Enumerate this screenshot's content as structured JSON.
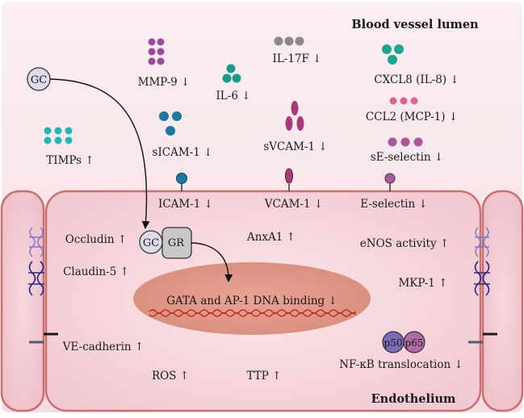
{
  "titles": {
    "lumen": "Blood vessel lumen",
    "endothelium": "Endothelium"
  },
  "lumen_labels": {
    "mmp9": "MMP-9 ↓",
    "il17f": "IL-17F ↓",
    "cxcl8": "CXCL8 (IL-8) ↓",
    "il6": "IL-6 ↓",
    "ccl2": "CCL2 (MCP-1) ↓",
    "timps": "TIMPs ↑",
    "sicam1": "sICAM-1 ↓",
    "svcam1": "sVCAM-1 ↓",
    "seselectin": "sE-selectin ↓"
  },
  "membrane_labels": {
    "icam1": "ICAM-1 ↓",
    "vcam1": "VCAM-1 ↓",
    "eselectin": "E-selectin ↓"
  },
  "cell_labels": {
    "occludin": "Occludin ↑",
    "claudin5": "Claudin-5 ↑",
    "vecadherin": "VE-cadherin ↑",
    "anxa1": "AnxA1 ↑",
    "enos": "eNOS activity ↑",
    "mkp1": "MKP-1 ↑",
    "nucleus": "GATA and AP-1 DNA binding ↓",
    "ros": "ROS ↑",
    "ttp": "TTP ↑",
    "nfkb": "NF-κB translocation ↓"
  },
  "molecules": {
    "gc": "GC",
    "gr": "GR",
    "p50": "p50",
    "p65": "p65"
  },
  "colors": {
    "purple": "#9b4a9e",
    "gray": "#8a8a8a",
    "teal": "#1a9a8a",
    "blue": "#1d77a0",
    "magenta": "#a83a74",
    "pink": "#e0609a",
    "mauve": "#a85a96",
    "cyan": "#1fb8b8",
    "navy": "#2a2a8a",
    "membrane": "#c97070"
  }
}
